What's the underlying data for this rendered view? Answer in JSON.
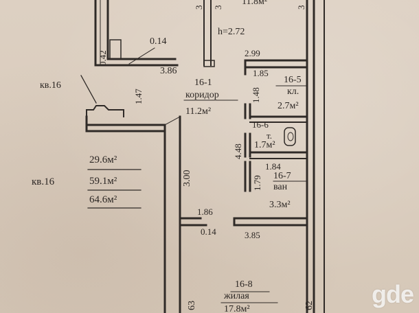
{
  "top": {
    "area_partial": "11.8м²",
    "dim_left": "3",
    "dim_mid": "3",
    "dim_right": "3"
  },
  "ceiling_height": "h=2.72",
  "dims": {
    "d_042": "0.42",
    "d_014_top": "0.14",
    "d_386": "3.86",
    "d_147": "1.47",
    "d_299": "2.99",
    "d_185": "1.85",
    "d_148": "1.48",
    "d_448": "4.48",
    "d_184": "1.84",
    "d_179": "1.79",
    "d_300": "3.00",
    "d_186": "1.86",
    "d_014_bottom": "0.14",
    "d_385": "3.85",
    "d_63": "63",
    "d_62": "62"
  },
  "neighbors": {
    "top": "кв.16",
    "left": "кв.16"
  },
  "rooms": {
    "corridor": {
      "number": "16-1",
      "name": "коридор",
      "area": "11.2м²"
    },
    "pantry": {
      "number": "16-5",
      "name": "кл.",
      "area": "2.7м²"
    },
    "toilet": {
      "number": "16-6",
      "name": "т.",
      "area": "1.7м²"
    },
    "bath": {
      "number": "16-7",
      "name": "ван",
      "area": "3.3м²"
    },
    "living": {
      "number": "16-8",
      "name": "жилая",
      "area": "17.8м²"
    }
  },
  "summary": {
    "living_area": "29.6м²",
    "total_area": "59.1м²",
    "total_with_balcony": "64.6м²"
  },
  "watermark": "gde"
}
